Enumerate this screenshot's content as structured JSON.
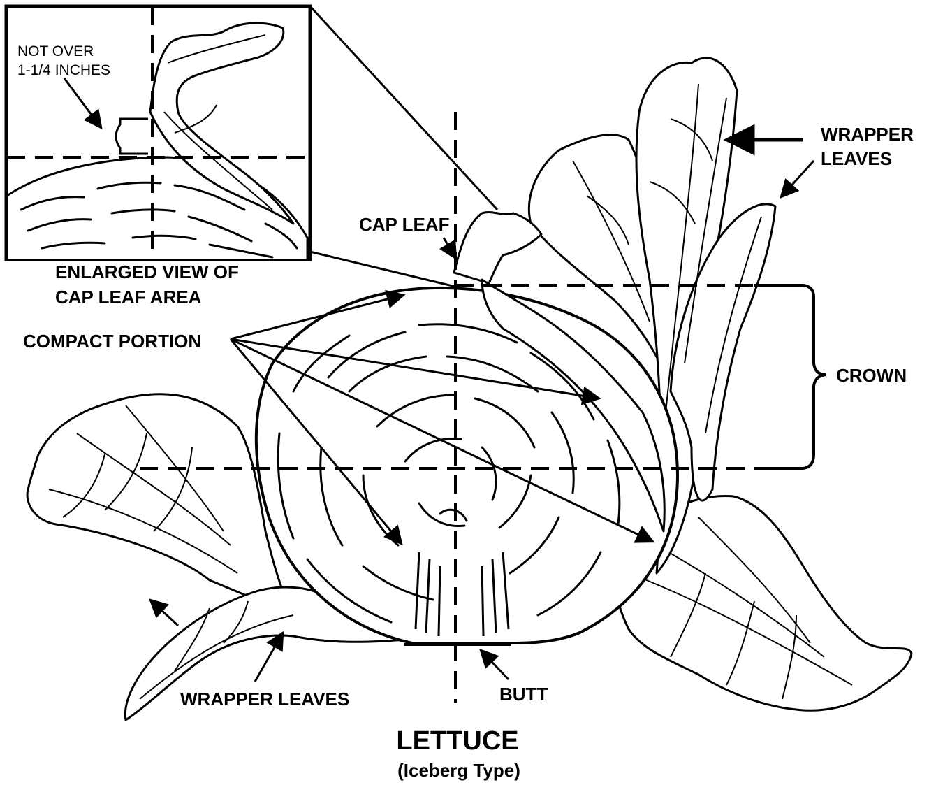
{
  "figure": {
    "title": "LETTUCE",
    "subtitle": "(Iceberg Type)"
  },
  "labels": {
    "not_over_line1": "NOT OVER",
    "not_over_line2": "1-1/4 INCHES",
    "enlarged_line1": "ENLARGED VIEW OF",
    "enlarged_line2": "CAP LEAF AREA",
    "cap_leaf": "CAP LEAF",
    "compact_portion": "COMPACT PORTION",
    "wrapper_right_line1": "WRAPPER",
    "wrapper_right_line2": "LEAVES",
    "crown": "CROWN",
    "wrapper_bottom": "WRAPPER LEAVES",
    "butt": "BUTT"
  },
  "colors": {
    "ink": "#000000",
    "paper": "#ffffff"
  }
}
